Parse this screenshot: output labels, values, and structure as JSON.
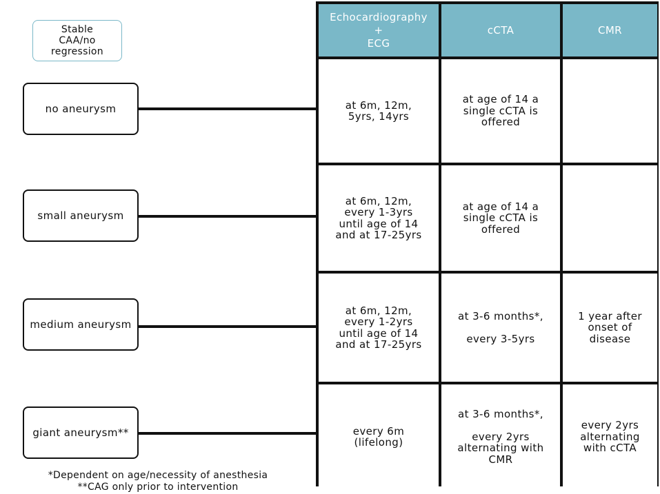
{
  "legend": "Stable\nCAA/no\nregression",
  "colors": {
    "header_bg": "#7ab8c8",
    "header_text": "#ffffff",
    "lines": "#111111"
  },
  "columns": [
    "Echocardiography\n+\nECG",
    "cCTA",
    "CMR"
  ],
  "rows": [
    {
      "label": "no aneurysm",
      "echo": "at 6m, 12m,\n5yrs, 14yrs",
      "ccta": "at age of 14 a\nsingle cCTA is\noffered",
      "cmr": ""
    },
    {
      "label": "small aneurysm",
      "echo": "at 6m, 12m,\nevery 1-3yrs\nuntil age of 14\nand at 17-25yrs",
      "ccta": "at age of 14 a\nsingle cCTA is\noffered",
      "cmr": ""
    },
    {
      "label": "medium aneurysm",
      "echo": "at 6m, 12m,\nevery 1-2yrs\nuntil age of 14\nand at 17-25yrs",
      "ccta": "at 3-6 months*,\n\nevery 3-5yrs",
      "cmr": "1 year after\nonset of\ndisease"
    },
    {
      "label": "giant aneurysm**",
      "echo": "every 6m\n(lifelong)",
      "ccta": "at 3-6 months*,\n\nevery 2yrs\nalternating with\nCMR",
      "cmr": "every 2yrs\nalternating\nwith cCTA"
    }
  ],
  "footnotes": [
    "*Dependent on age/necessity of anesthesia",
    "**CAG only prior to intervention"
  ]
}
